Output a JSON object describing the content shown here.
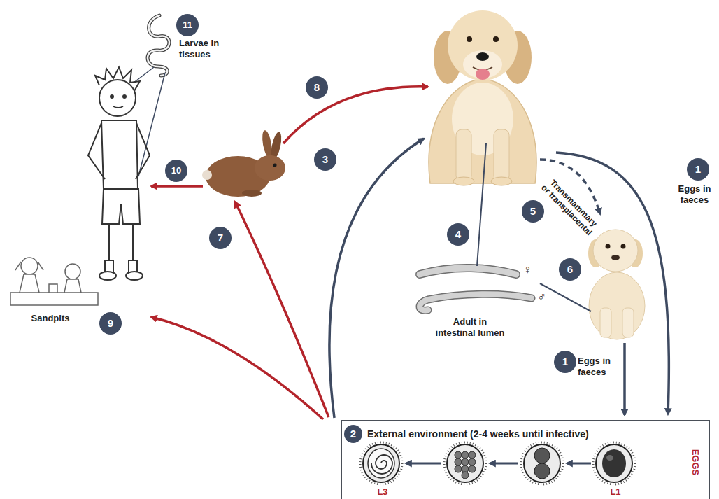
{
  "diagram": {
    "nodes": [
      {
        "text": [
          "2",
          "External environment (2-4 weeks until infective)",
          "EGGS",
          "L3",
          "L1"
        ]
      }
    ],
    "labels": [
      "1",
      "Eggs in faeces",
      "3",
      "4",
      "5",
      "Transmammary or transplacental",
      "6",
      "Adult in intestinal lumen",
      "♀",
      "♂",
      "1",
      "Eggs in faeces",
      "7",
      "8",
      "9",
      "10",
      "11",
      "Larvae in tissues",
      "Sandpits"
    ]
  }
}
